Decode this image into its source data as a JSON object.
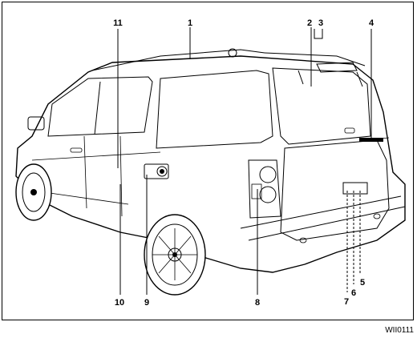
{
  "diagram": {
    "callouts": [
      "1",
      "2",
      "3",
      "4",
      "5",
      "6",
      "7",
      "8",
      "9",
      "10",
      "11"
    ],
    "figure_id": "WII0111"
  }
}
